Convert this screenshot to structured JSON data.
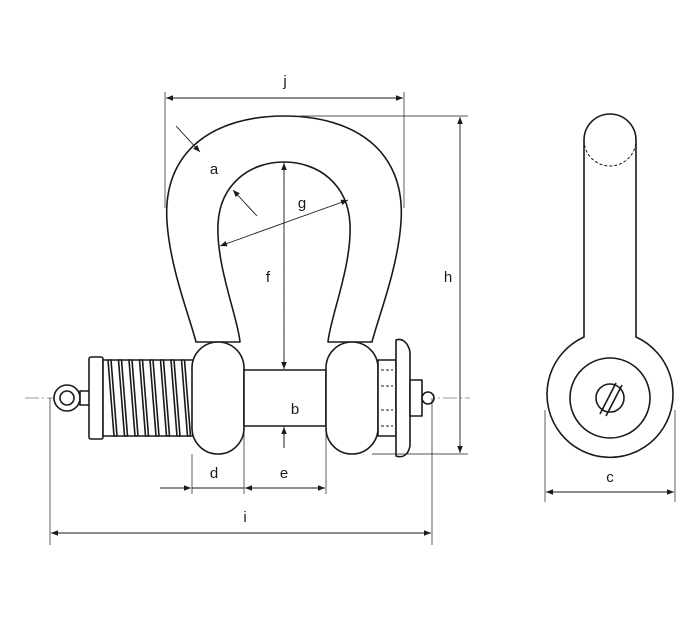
{
  "labels": {
    "a": "a",
    "b": "b",
    "c": "c",
    "d": "d",
    "e": "e",
    "f": "f",
    "g": "g",
    "h": "h",
    "i": "i",
    "j": "j"
  },
  "colors": {
    "line": "#1a1a1a",
    "centerline": "#777777",
    "background": "#ffffff"
  }
}
